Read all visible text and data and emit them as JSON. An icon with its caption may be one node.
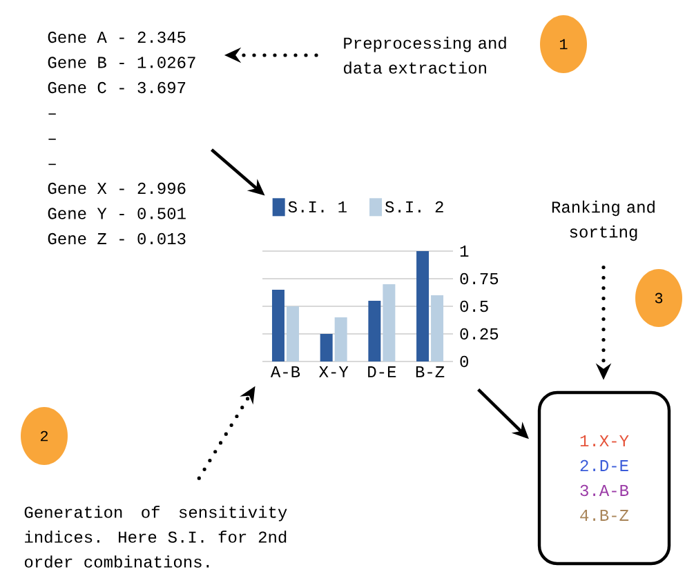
{
  "diagram": {
    "nodes": [
      {
        "text": [
          "Gene A - 2.345",
          "Gene B - 1.0267",
          "Gene C - 3.697",
          "–",
          "–",
          "–",
          "Gene X - 2.996",
          "Gene Y - 0.501",
          "Gene Z - 0.013"
        ]
      },
      {
        "text": [
          "Preprocessing and data extraction"
        ]
      },
      {
        "text": [
          "1"
        ]
      },
      {
        "text": [],
        "shape": "picture"
      },
      {
        "text": [
          "Generation of sensitivity indices. Here S.I. for 2nd order combinations."
        ]
      },
      {
        "text": [
          "2"
        ]
      },
      {
        "text": [
          "Ranking and sorting"
        ]
      },
      {
        "text": [
          "3"
        ]
      },
      {
        "text": [
          "1.X-Y",
          "2.D-E",
          "3.A-B",
          "4.B-Z"
        ]
      }
    ],
    "edges": [
      {
        "from": 1,
        "to": 0,
        "arrow": "to",
        "style": "dashed"
      },
      {
        "from": 0,
        "to": 3,
        "arrow": "to"
      },
      {
        "from": 4,
        "to": 3,
        "arrow": "to",
        "style": "dashed"
      },
      {
        "from": 3,
        "to": 8,
        "arrow": "to"
      },
      {
        "from": 6,
        "to": 8,
        "arrow": "to",
        "style": "dashed"
      }
    ],
    "chart_data": {
      "type": "bar",
      "categories": [
        "A-B",
        "X-Y",
        "D-E",
        "B-Z"
      ],
      "series": [
        {
          "name": "S.I. 1",
          "color": "#2e5c9e",
          "values": [
            0.65,
            0.25,
            0.55,
            1.0
          ]
        },
        {
          "name": "S.I. 2",
          "color": "#b9cfe2",
          "values": [
            0.5,
            0.4,
            0.7,
            0.6
          ]
        }
      ],
      "ylim": [
        0,
        1
      ],
      "yticks": [
        0,
        0.25,
        0.5,
        0.75,
        1
      ],
      "grid": true,
      "legend": "top"
    }
  }
}
